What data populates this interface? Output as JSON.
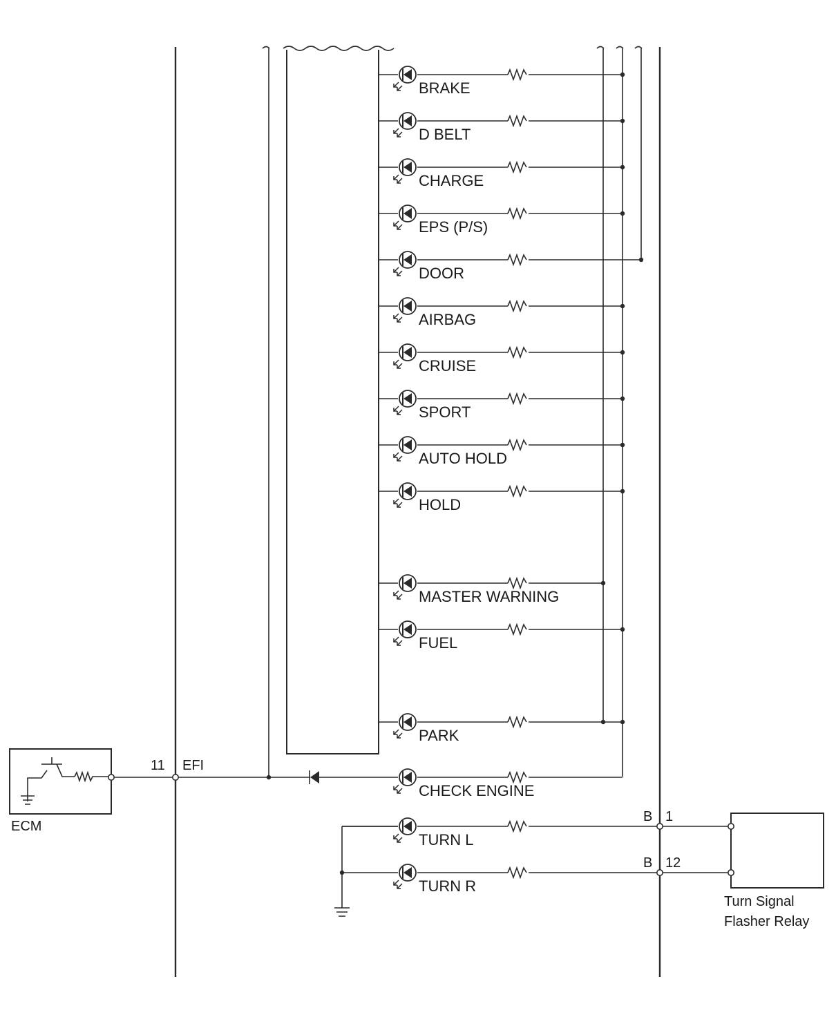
{
  "indicators": [
    {
      "label": "BRAKE"
    },
    {
      "label": "D BELT"
    },
    {
      "label": "CHARGE"
    },
    {
      "label": "EPS (P/S)"
    },
    {
      "label": "DOOR"
    },
    {
      "label": "AIRBAG"
    },
    {
      "label": "CRUISE"
    },
    {
      "label": "SPORT"
    },
    {
      "label": "AUTO HOLD"
    },
    {
      "label": "HOLD"
    },
    {
      "label": "MASTER WARNING"
    },
    {
      "label": "FUEL"
    },
    {
      "label": "PARK"
    }
  ],
  "check_engine": {
    "label": "CHECK ENGINE"
  },
  "turn": [
    {
      "label": "TURN L",
      "connector": "B",
      "pin": "1"
    },
    {
      "label": "TURN R",
      "connector": "B",
      "pin": "12"
    }
  ],
  "ecm": {
    "label": "ECM",
    "pin": "11",
    "fuse": "EFI"
  },
  "relay": {
    "line1": "Turn Signal",
    "line2": "Flasher Relay"
  }
}
